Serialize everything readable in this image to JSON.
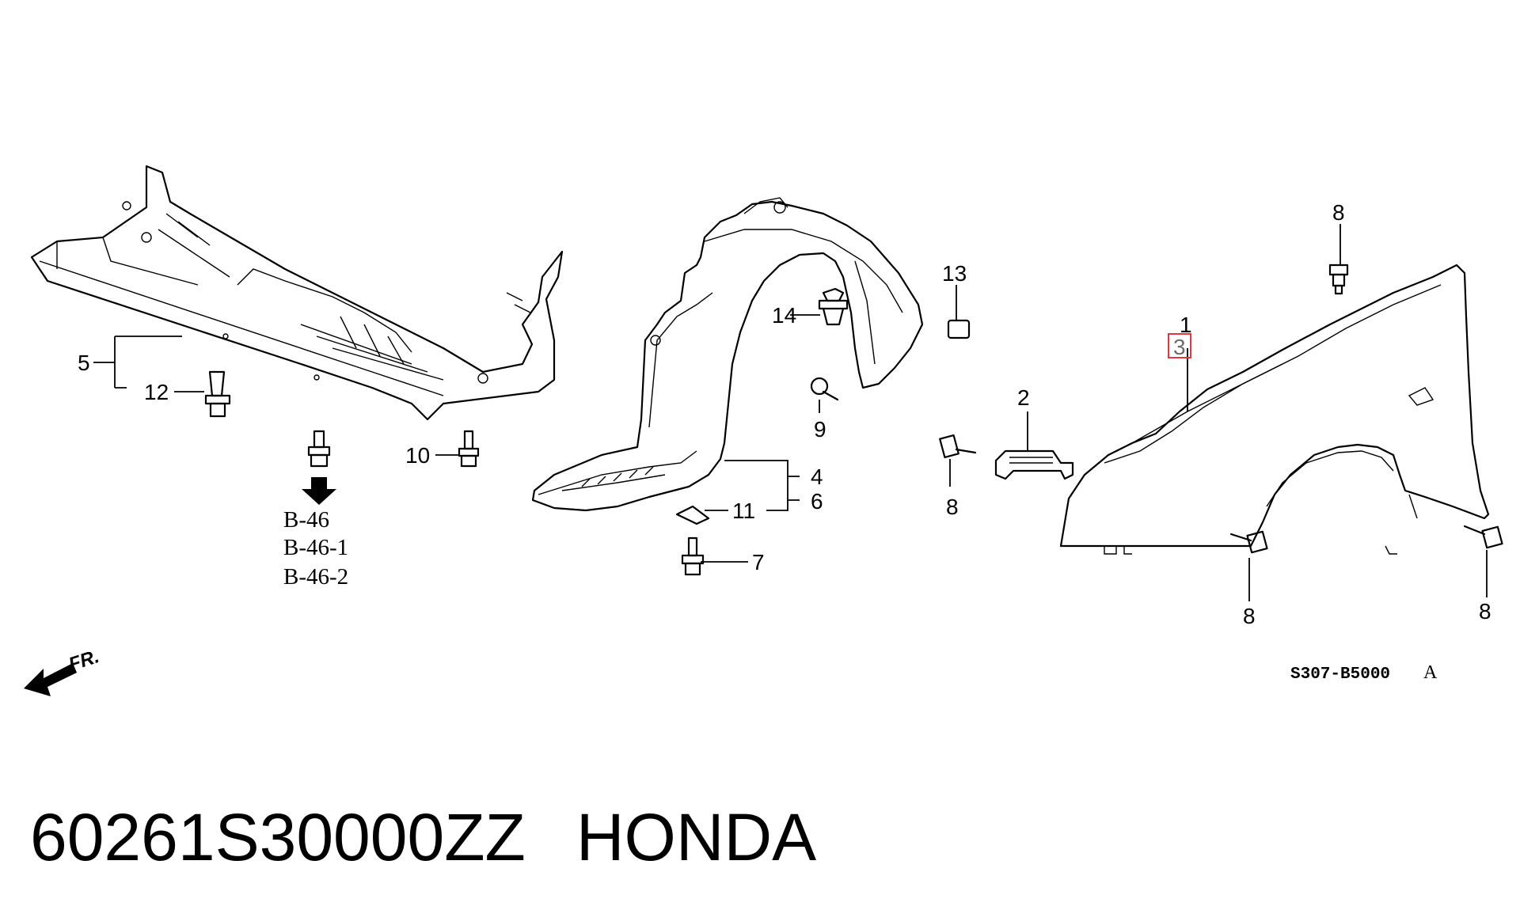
{
  "diagram": {
    "callouts": {
      "c1": "1",
      "c2": "2",
      "c3": "3",
      "c4": "4",
      "c5": "5",
      "c6": "6",
      "c7": "7",
      "c8a": "8",
      "c8b": "8",
      "c8c": "8",
      "c8d": "8",
      "c9": "9",
      "c10": "10",
      "c11": "11",
      "c12": "12",
      "c13": "13",
      "c14": "14"
    },
    "references": [
      "B-46",
      "B-46-1",
      "B-46-2"
    ],
    "direction_label": "FR.",
    "diagram_code": "S307-B5000",
    "diagram_code_suffix": "A",
    "highlight_color": "#e8353b"
  },
  "footer": {
    "part_number": "60261S30000ZZ",
    "brand": "HONDA"
  }
}
